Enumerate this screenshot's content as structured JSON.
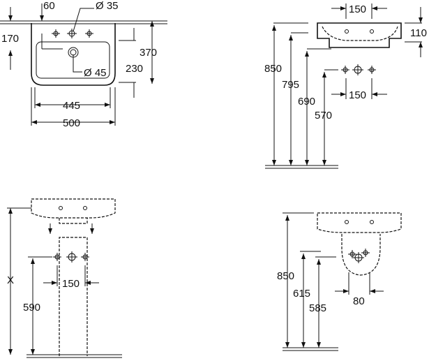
{
  "views": {
    "top": {
      "dims": {
        "d60": "60",
        "d35": "Ø 35",
        "d170": "170",
        "d370": "370",
        "d45": "Ø 45",
        "d230": "230",
        "d445": "445",
        "d500": "500"
      }
    },
    "side": {
      "dims": {
        "d150top": "150",
        "d110": "110",
        "d850": "850",
        "d795": "795",
        "d690": "690",
        "d570": "570",
        "d150": "150"
      }
    },
    "pedestal": {
      "dims": {
        "dX": "X",
        "d150": "150",
        "d590": "590"
      }
    },
    "semipedestal": {
      "dims": {
        "d850": "850",
        "d615": "615",
        "d585": "585",
        "d80": "80"
      }
    }
  }
}
